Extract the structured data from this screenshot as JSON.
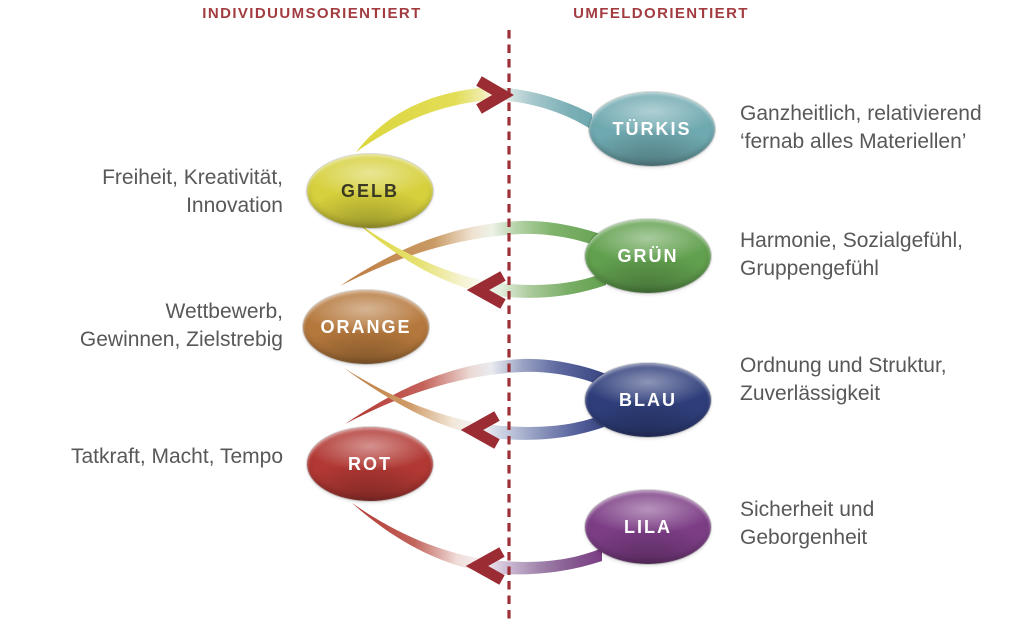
{
  "headers": {
    "left": "INDIVIDUUMSORIENTIERT",
    "right": "UMFELDORIENTIERT"
  },
  "nodes": {
    "tuerkis": {
      "label": "TÜRKIS",
      "color": "#6FA9B0",
      "description": {
        "line1": "Ganzheitlich, relativierend",
        "line2": "‘fernab alles Materiellen’"
      }
    },
    "gelb": {
      "label": "GELB",
      "color": "#D6D03C",
      "description": {
        "line1": "Freiheit, Kreativität,",
        "line2": "Innovation"
      }
    },
    "gruen": {
      "label": "GRÜN",
      "color": "#61A04E",
      "description": {
        "line1": "Harmonie, Sozialgefühl,",
        "line2": "Gruppengefühl"
      }
    },
    "orange": {
      "label": "ORANGE",
      "color": "#B5783C",
      "description": {
        "line1": "Wettbewerb,",
        "line2": "Gewinnen, Zielstrebig"
      }
    },
    "blau": {
      "label": "BLAU",
      "color": "#2F3E7B",
      "description": {
        "line1": "Ordnung und Struktur,",
        "line2": "Zuverlässigkeit"
      }
    },
    "rot": {
      "label": "ROT",
      "color": "#B13833",
      "description": {
        "line1": "Tatkraft, Macht, Tempo"
      }
    },
    "lila": {
      "label": "LILA",
      "color": "#7C3D85",
      "description": {
        "line1": "Sicherheit und",
        "line2": "Geborgenheit"
      }
    }
  },
  "divider_color": "#9D2F36",
  "arrow_color": "#9B2C34",
  "header_color": "#A23C40",
  "text_color": "#58585A"
}
